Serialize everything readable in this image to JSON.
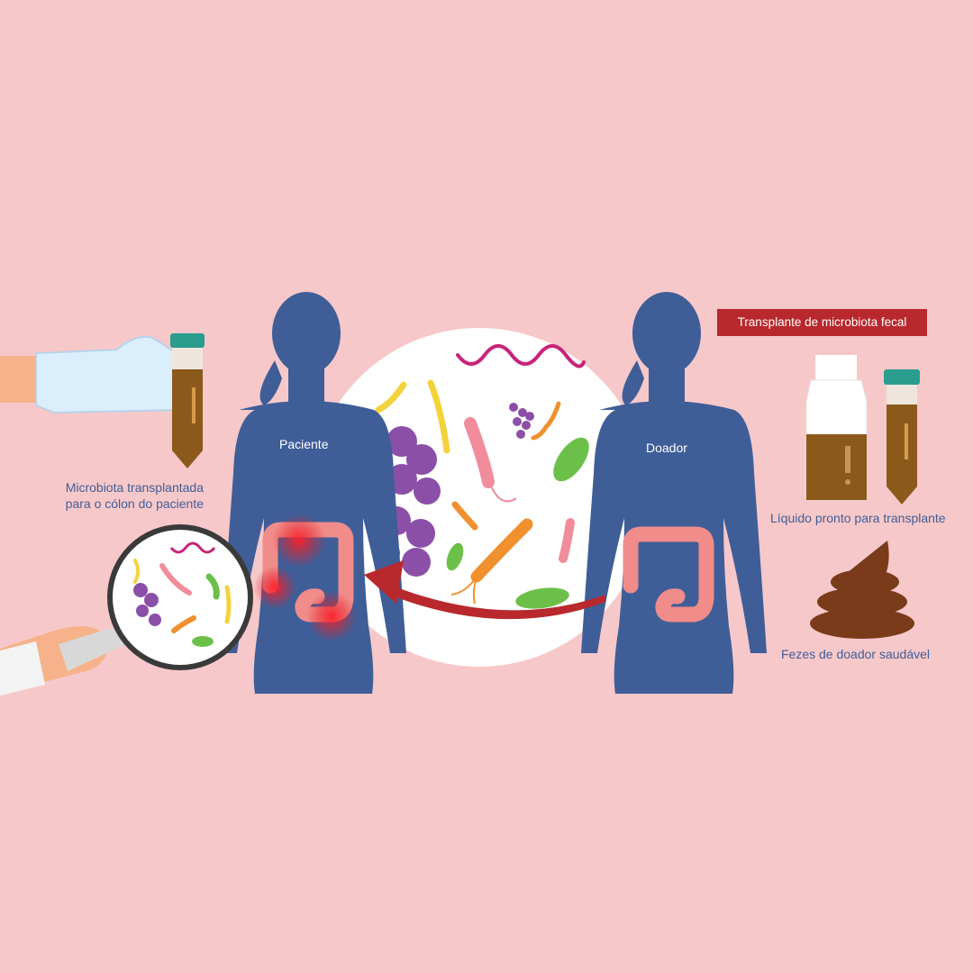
{
  "diagram": {
    "title": "Transplante de microbiota fecal",
    "patient_label": "Paciente",
    "donor_label": "Doador",
    "transplant_caption_line1": "Microbiota transplantada",
    "transplant_caption_line2": "para o cólon do paciente",
    "liquid_caption": "Líquido pronto para transplante",
    "stool_caption": "Fezes de doador saudável"
  },
  "colors": {
    "background": "#f7c8c9",
    "silhouette": "#3f5e98",
    "colon": "#f08c8a",
    "inflammation": "#e8222a",
    "arrow": "#b8282c",
    "stool": "#7a3b1a",
    "liquid": "#8b5a1b",
    "cap": "#2a9d8f"
  }
}
